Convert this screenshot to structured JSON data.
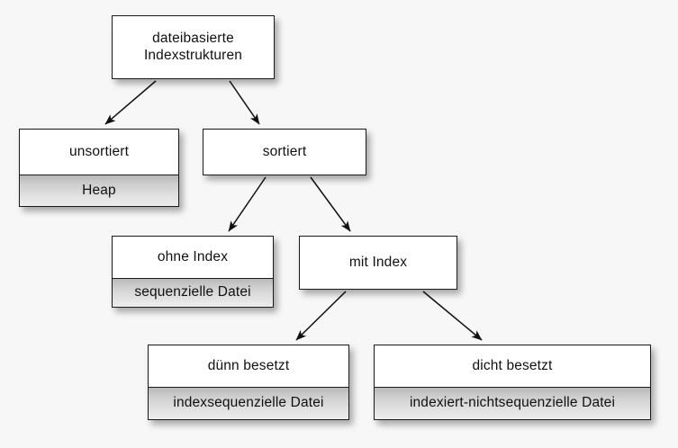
{
  "diagram": {
    "title_text": "dateibasierte Indexstrukturen",
    "language": "de",
    "background_color": "#f7f7f7",
    "node_fill_color": "#ffffff",
    "node_sub_fill_color": "#d4d4d4",
    "node_border_color": "#1a1a1a",
    "edge_color": "#111111",
    "nodes": [
      {
        "id": "root",
        "title_line1": "dateibasierte",
        "title_line2": "Indexstrukturen",
        "sub": ""
      },
      {
        "id": "unsortiert",
        "title": "unsortiert",
        "sub": "Heap"
      },
      {
        "id": "sortiert",
        "title": "sortiert",
        "sub": ""
      },
      {
        "id": "ohne-index",
        "title": "ohne Index",
        "sub": "sequenzielle Datei"
      },
      {
        "id": "mit-index",
        "title": "mit Index",
        "sub": ""
      },
      {
        "id": "duenn-besetzt",
        "title": "dünn besetzt",
        "sub": "indexsequenzielle Datei"
      },
      {
        "id": "dicht-besetzt",
        "title": "dicht besetzt",
        "sub": "indexiert-nichtsequenzielle Datei"
      }
    ],
    "edges": [
      {
        "from": "root",
        "to": "unsortiert"
      },
      {
        "from": "root",
        "to": "sortiert"
      },
      {
        "from": "sortiert",
        "to": "ohne-index"
      },
      {
        "from": "sortiert",
        "to": "mit-index"
      },
      {
        "from": "mit-index",
        "to": "duenn-besetzt"
      },
      {
        "from": "mit-index",
        "to": "dicht-besetzt"
      }
    ]
  }
}
